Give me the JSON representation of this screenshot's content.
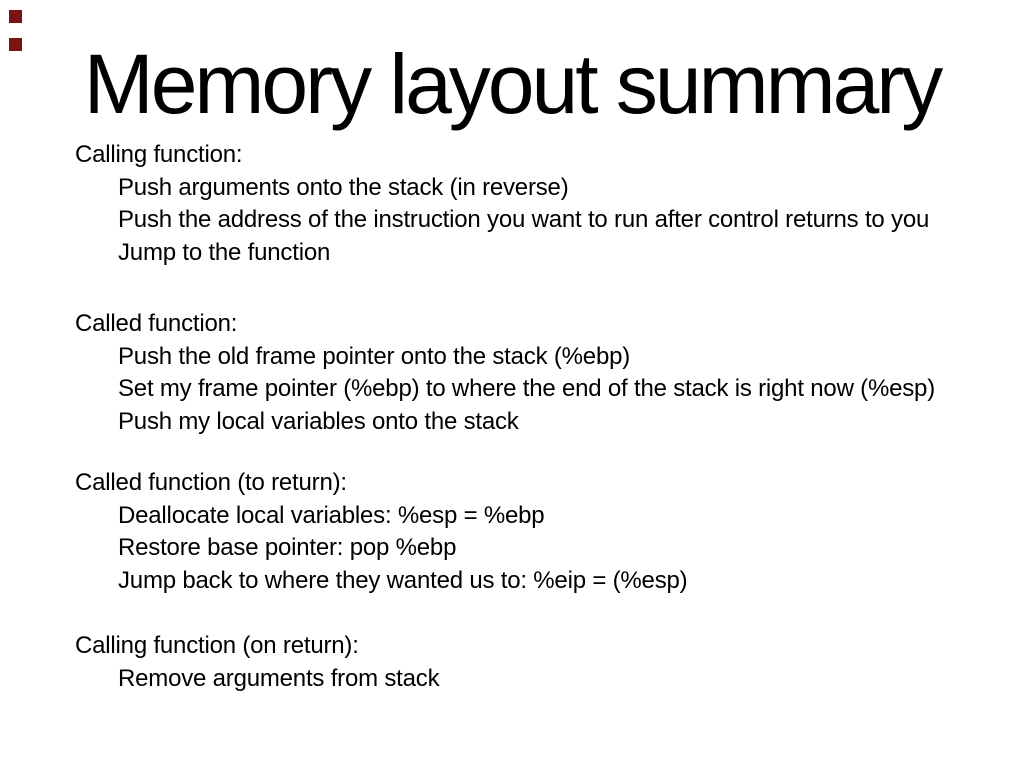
{
  "slide": {
    "title": "Memory layout summary",
    "blocks": [
      {
        "header": "Calling function:",
        "items": [
          "Push arguments onto the stack (in reverse)",
          "Push the address of the instruction you want to run after control returns to you",
          "Jump to the function"
        ]
      },
      {
        "header": "Called function:",
        "items": [
          "Push the old frame pointer onto the stack (%ebp)",
          "Set my frame pointer (%ebp) to where the end of the stack is right now (%esp)",
          "Push my local variables onto the stack"
        ]
      },
      {
        "header": "Called function (to return):",
        "items": [
          "Deallocate local variables: %esp = %ebp",
          "Restore base pointer: pop %ebp",
          "Jump back to where they wanted us to: %eip = (%esp)"
        ]
      },
      {
        "header": "Calling function (on return):",
        "items": [
          "Remove arguments from stack"
        ]
      }
    ]
  },
  "colors": {
    "background": "#ffffff",
    "text": "#000000",
    "corner_marker": "#7d1214"
  }
}
